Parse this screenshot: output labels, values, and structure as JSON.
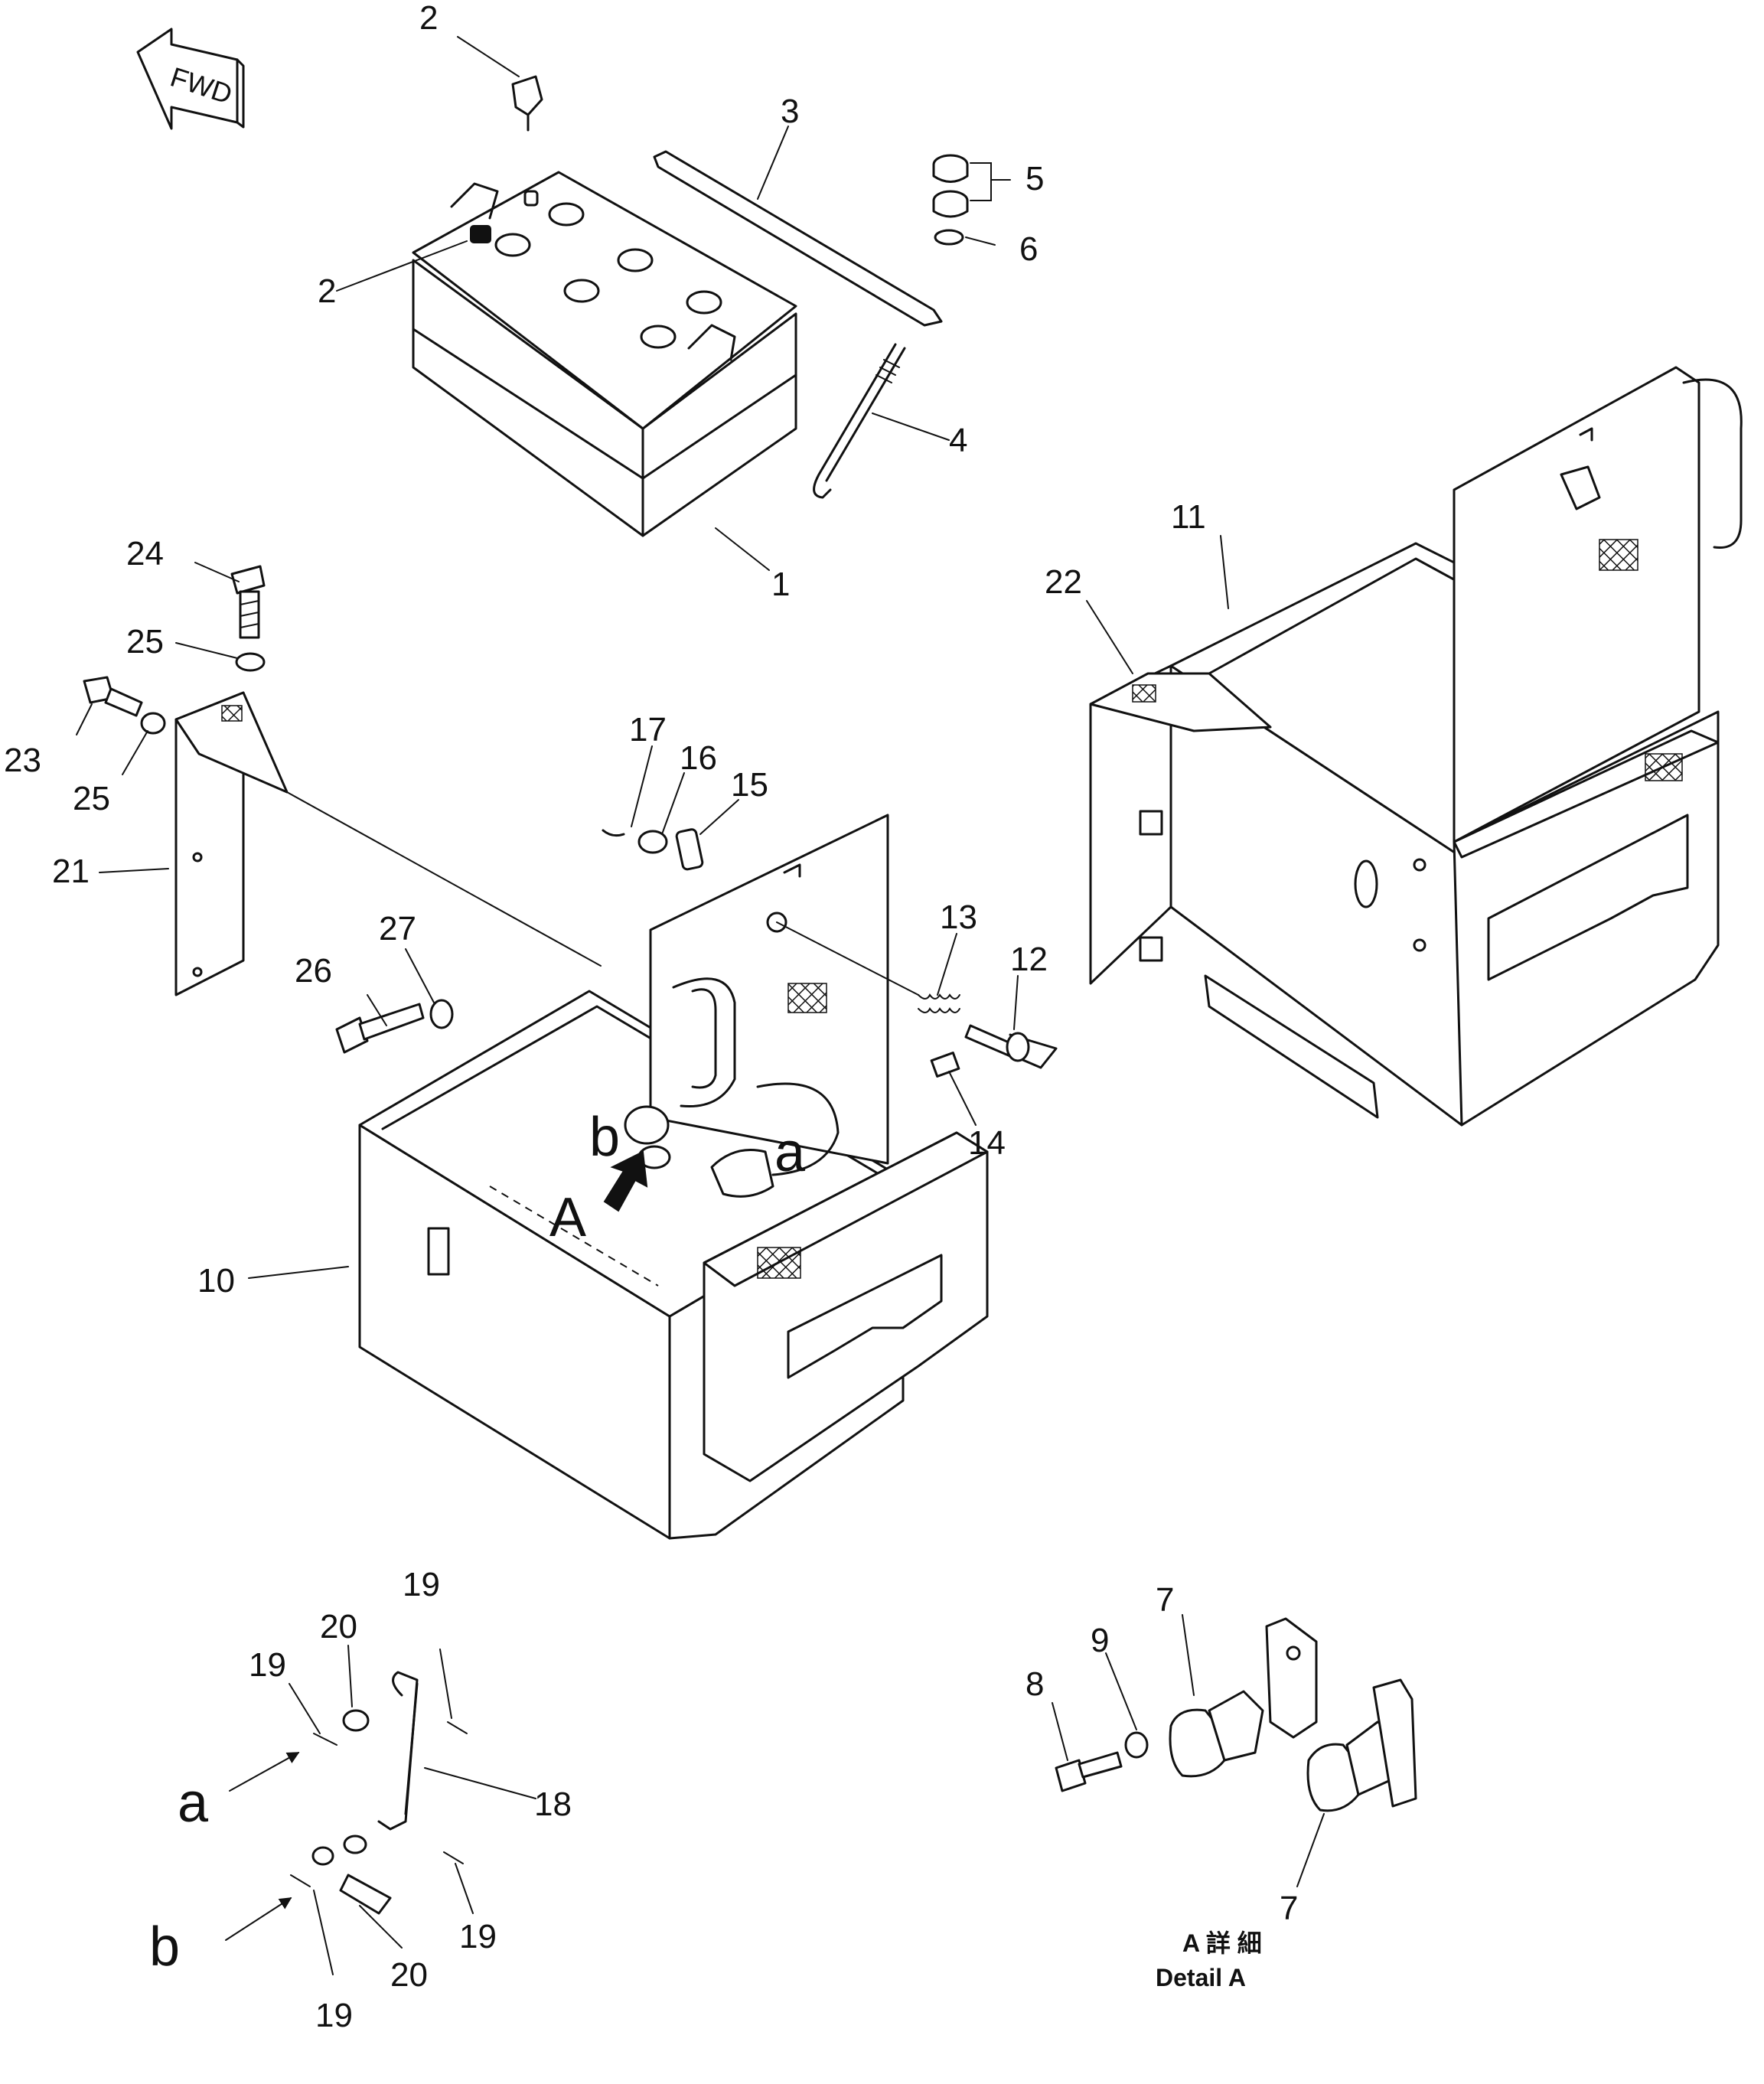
{
  "fwd_label": "FWD",
  "callouts": [
    "1",
    "2",
    "3",
    "4",
    "5",
    "6",
    "7",
    "8",
    "9",
    "10",
    "11",
    "12",
    "13",
    "14",
    "15",
    "16",
    "17",
    "18",
    "19",
    "20",
    "21",
    "22",
    "23",
    "24",
    "25",
    "26",
    "27"
  ],
  "reference_letters": [
    "a",
    "b",
    "A"
  ],
  "detail": {
    "label_jp": "A 詳 細",
    "label_en": "Detail A"
  }
}
